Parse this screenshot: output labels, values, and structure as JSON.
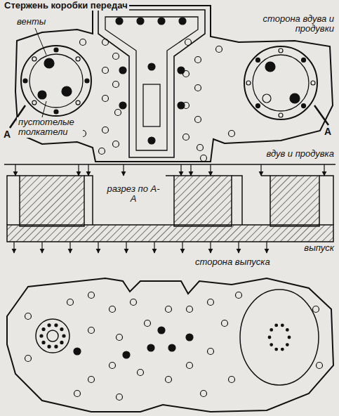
{
  "diagram": {
    "labels": [
      "Стержень коробки передач",
      "венты",
      "сторона вдува и продувки",
      "пустотелые толкатели",
      "А",
      "А",
      "вдув и продувка",
      "разрез по А- А",
      "выпуск",
      "сторона выпуска"
    ]
  }
}
